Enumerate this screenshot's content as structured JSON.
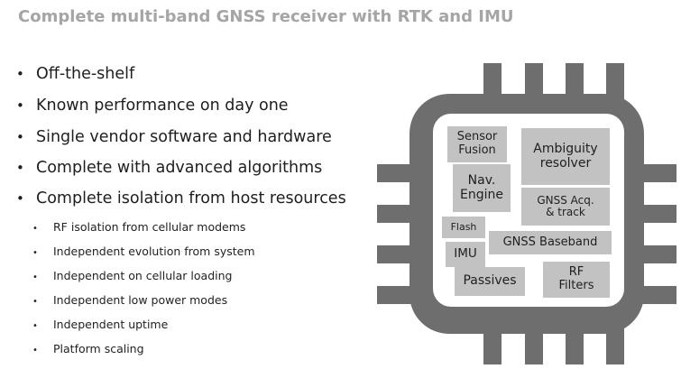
{
  "title": "Complete multi-band GNSS receiver with RTK and IMU",
  "bullets": [
    "Off-the-shelf",
    "Known performance on day one",
    "Single vendor software and hardware",
    "Complete with advanced algorithms",
    "Complete isolation from host resources"
  ],
  "sub_bullets": [
    "RF isolation from cellular modems",
    "Independent evolution from system",
    "Independent on cellular loading",
    "Independent low power modes",
    "Independent uptime",
    "Platform scaling"
  ],
  "chip_blocks": {
    "sensor_fusion": [
      "Sensor",
      "Fusion"
    ],
    "ambiguity_resolver": [
      "Ambiguity",
      "resolver"
    ],
    "nav_engine": [
      "Nav.",
      "Engine"
    ],
    "gnss_acq": [
      "GNSS Acq.",
      "& track"
    ],
    "flash": "Flash",
    "gnss_baseband": "GNSS Baseband",
    "imu": "IMU",
    "passives": "Passives",
    "rf_filters": [
      "RF",
      "Filters"
    ]
  },
  "colors": {
    "title": "#a5a5a5",
    "chip_body": "#6e6e6e",
    "chip_die": "#ffffff",
    "block": "#c2c2c2"
  }
}
